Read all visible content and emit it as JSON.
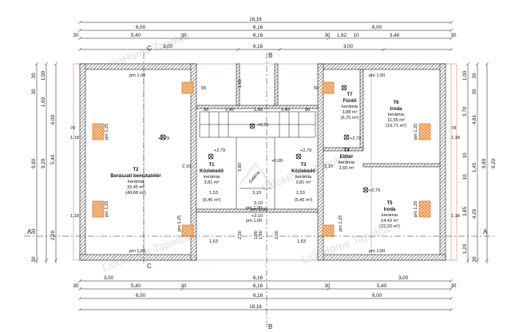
{
  "dimensions": {
    "top": {
      "overall": "18,16",
      "row2": [
        "6,00",
        "6,16",
        "6,00"
      ],
      "row3": [
        "30",
        "5,40",
        "30",
        "6,16",
        "30",
        "1,82",
        "10",
        "3,48",
        "30"
      ],
      "row4": [
        "3,00",
        "6,16",
        "3,00"
      ]
    },
    "bottom": {
      "row1": [
        "3,00",
        "6,16",
        "3,00"
      ],
      "row2": [
        "30",
        "5,40",
        "30",
        "6,16",
        "30",
        "5,40",
        "30"
      ],
      "row3": [
        "6,00",
        "6,16",
        "6,00"
      ],
      "overall": "18,16"
    },
    "left": [
      "30",
      "1,00",
      "30",
      "1,60",
      "9,80",
      "9,20",
      "6,00",
      "5,40",
      "30",
      "2,20",
      "30"
    ],
    "right": [
      "30",
      "1,00",
      "30",
      "3,70",
      "4,81",
      "10",
      "9,80",
      "9,20",
      "1,45",
      "10",
      "3,85",
      "4,29",
      "1,20",
      "30"
    ],
    "interior": [
      "55",
      "78",
      "1,60",
      "90",
      "1,40",
      "1,56",
      "1,40",
      "90",
      "78",
      "55",
      "2,10",
      "1,53",
      "3,10",
      "1,53",
      "2,10",
      "1,18",
      "1,18",
      "1,18",
      "1,18",
      "3,80",
      "1,90",
      "2,20",
      "1,53",
      "1,53",
      "2,20",
      "1,90"
    ]
  },
  "window_labels": [
    "pm 1,00",
    "pm 1,00",
    "pm 1,00",
    "pm 1,00",
    "pm 1,25",
    "pm 1,25",
    "pm 1,25",
    "pm 1,25",
    "pm 1,25",
    "pm 1,25",
    "pm 1,00",
    "pm 1,00"
  ],
  "levels": [
    "+2,79",
    "+2,79",
    "+2,79",
    "+2,79",
    "+0,70",
    "+0,00",
    "+2,79"
  ],
  "stair": {
    "labels": [
      "+3,10",
      "Galéria",
      "pm 1,00",
      "3,10"
    ]
  },
  "section_marks": [
    "A",
    "A",
    "B",
    "B",
    "C",
    "C"
  ],
  "rooms": [
    {
      "code": "T2",
      "name": "Borászati bemutatótér",
      "floor": "kerámia",
      "area": "33,45 m²",
      "area2": "(49,68 m²)"
    },
    {
      "code": "T1",
      "name": "Közlekedő",
      "floor": "kerámia",
      "area": "3,81 m²",
      "area2": "(5,45 m²)"
    },
    {
      "code": "T3",
      "name": "Közlekedő",
      "floor": "kerámia",
      "area": "3,81 m²",
      "area2": "(5,45 m²)"
    },
    {
      "code": "T7",
      "name": "Fürdő",
      "floor": "kerámia",
      "area": "3,88 m²",
      "area2": "(6,75 m²)"
    },
    {
      "code": "T6",
      "name": "Iroda",
      "floor": "kerámia",
      "area": "11,55 m²",
      "area2": "(16,71 m²)"
    },
    {
      "code": "T4",
      "name": "Előtér",
      "floor": "kerámia",
      "area": "2,65 m²",
      "area2": ""
    },
    {
      "code": "T5",
      "name": "Iroda",
      "floor": "kerámia",
      "area": "14,43 m²",
      "area2": "(22,33 m²)"
    }
  ],
  "watermark": [
    "LidoHome Tapolca",
    "LidoHome Tapolca",
    "LidoHome Tapolca",
    "LidoHome Tapolca"
  ],
  "colors": {
    "wall_hatch": "#333333",
    "window": "#e8802a",
    "outline": "#e8a090",
    "line": "#111111"
  }
}
